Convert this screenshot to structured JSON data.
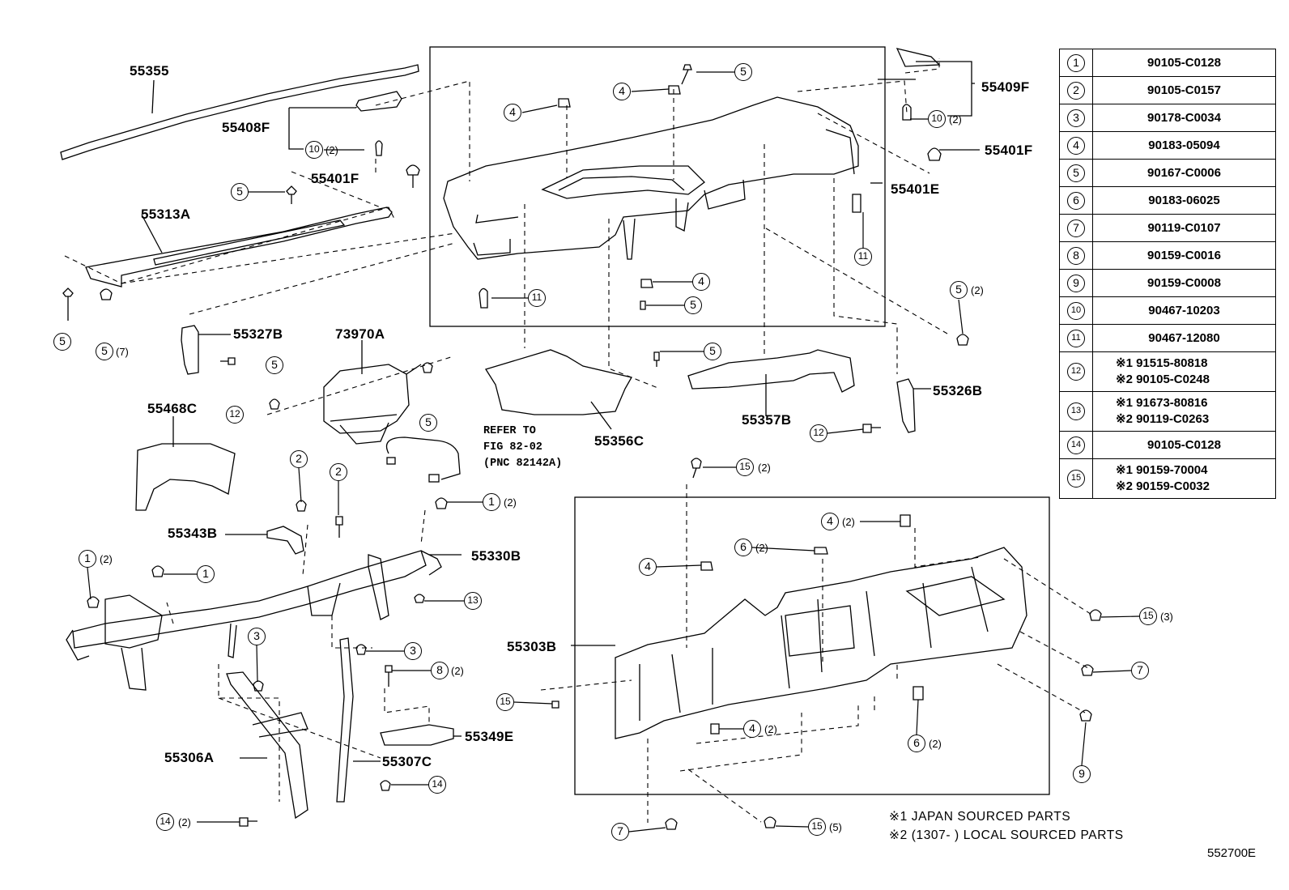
{
  "part_labels": {
    "p55355": "55355",
    "p55408F": "55408F",
    "p55401F_a": "55401F",
    "p55313A": "55313A",
    "p55327B": "55327B",
    "p73970A": "73970A",
    "p55468C": "55468C",
    "p55343B": "55343B",
    "p55330B": "55330B",
    "p55306A": "55306A",
    "p55307C": "55307C",
    "p55349E": "55349E",
    "p55356C": "55356C",
    "p55357B": "55357B",
    "p55326B": "55326B",
    "p55409F": "55409F",
    "p55401F_b": "55401F",
    "p55401E": "55401E",
    "p55303B": "55303B"
  },
  "refer": {
    "line1": "REFER TO",
    "line2": "FIG 82-02",
    "line3": "(PNC 82142A)"
  },
  "legend": [
    {
      "key": "1",
      "value": "90105-C0128"
    },
    {
      "key": "2",
      "value": "90105-C0157"
    },
    {
      "key": "3",
      "value": "90178-C0034"
    },
    {
      "key": "4",
      "value": "90183-05094"
    },
    {
      "key": "5",
      "value": "90167-C0006"
    },
    {
      "key": "6",
      "value": "90183-06025"
    },
    {
      "key": "7",
      "value": "90119-C0107"
    },
    {
      "key": "8",
      "value": "90159-C0016"
    },
    {
      "key": "9",
      "value": "90159-C0008"
    },
    {
      "key": "10",
      "value": "90467-10203"
    },
    {
      "key": "11",
      "value": "90467-12080"
    },
    {
      "key": "12",
      "value": "※1 91515-80818",
      "value2": "※2 90105-C0248"
    },
    {
      "key": "13",
      "value": "※1 91673-80816",
      "value2": "※2 90119-C0263"
    },
    {
      "key": "14",
      "value": "90105-C0128"
    },
    {
      "key": "15",
      "value": "※1 90159-70004",
      "value2": "※2 90159-C0032"
    }
  ],
  "notes": {
    "note1": "※1 JAPAN SOURCED PARTS",
    "note2": "※2 (1307-    ) LOCAL SOURCED PARTS"
  },
  "figure_id": "552700E"
}
